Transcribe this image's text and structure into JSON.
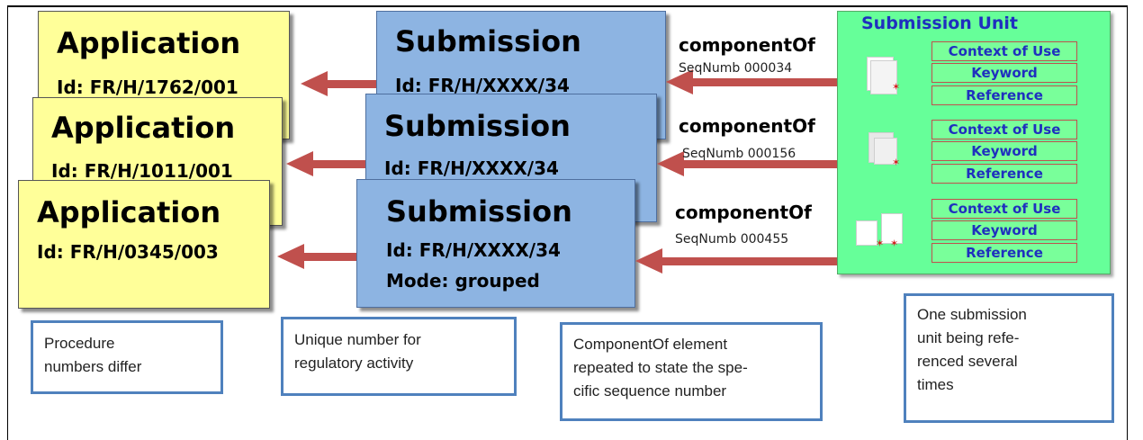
{
  "applications": [
    {
      "title": "Application",
      "id": "Id: FR/H/1762/001"
    },
    {
      "title": "Application",
      "id": "Id: FR/H/1011/001"
    },
    {
      "title": "Application",
      "id": "Id: FR/H/0345/003"
    }
  ],
  "submissions": [
    {
      "title": "Submission",
      "id": "Id: FR/H/XXXX/34"
    },
    {
      "title": "Submission",
      "id": "Id: FR/H/XXXX/34"
    },
    {
      "title": "Submission",
      "id": "Id: FR/H/XXXX/34",
      "mode": "Mode: grouped"
    }
  ],
  "links": [
    {
      "label": "componentOf",
      "seq": "SeqNumb 000034"
    },
    {
      "label": "componentOf",
      "seq": "SeqNumb 000156"
    },
    {
      "label": "componentOf",
      "seq": "SeqNumb 000455"
    }
  ],
  "submission_unit": {
    "title": "Submission Unit",
    "groups": [
      [
        "Context of Use",
        "Keyword",
        "Reference"
      ],
      [
        "Context of Use",
        "Keyword",
        "Reference"
      ],
      [
        "Context of Use",
        "Keyword",
        "Reference"
      ]
    ]
  },
  "notes": [
    "Procedure numbers differ",
    "Unique number for regulatory activity",
    "ComponentOf element repeated to state the specific sequence number",
    "One submission unit being referenced several times"
  ],
  "notes_display": [
    [
      "Procedure",
      "numbers differ"
    ],
    [
      "Unique number for",
      "regulatory activity"
    ],
    [
      "ComponentOf element",
      "repeated to state the spe-",
      "cific sequence  number"
    ],
    [
      "One submission",
      "unit being refe-",
      "renced several",
      "times"
    ]
  ],
  "colors": {
    "application_fill": "#ffff99",
    "submission_fill": "#8db4e2",
    "unit_fill": "#66ff99",
    "arrow": "#c0504d",
    "note_border": "#4f81bd",
    "unit_title": "#1f2fbf"
  },
  "icons": [
    "document-pdf-icon",
    "document-pdf-icon",
    "document-pdf-icon"
  ]
}
